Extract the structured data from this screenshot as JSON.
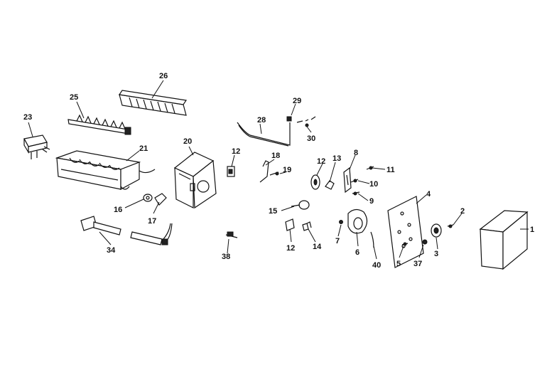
{
  "labels": {
    "l1": "1",
    "l2": "2",
    "l3": "3",
    "l4": "4",
    "l5": "5",
    "l6": "6",
    "l7": "7",
    "l8": "8",
    "l9": "9",
    "l10": "10",
    "l11": "11",
    "l12a": "12",
    "l12b": "12",
    "l12c": "12",
    "l13": "13",
    "l14": "14",
    "l15": "15",
    "l16": "16",
    "l17": "17",
    "l18": "18",
    "l19": "19",
    "l20": "20",
    "l21": "21",
    "l23": "23",
    "l25": "25",
    "l26": "26",
    "l28": "28",
    "l29": "29",
    "l30": "30",
    "l34": "34",
    "l37": "37",
    "l38": "38",
    "l40": "40"
  }
}
